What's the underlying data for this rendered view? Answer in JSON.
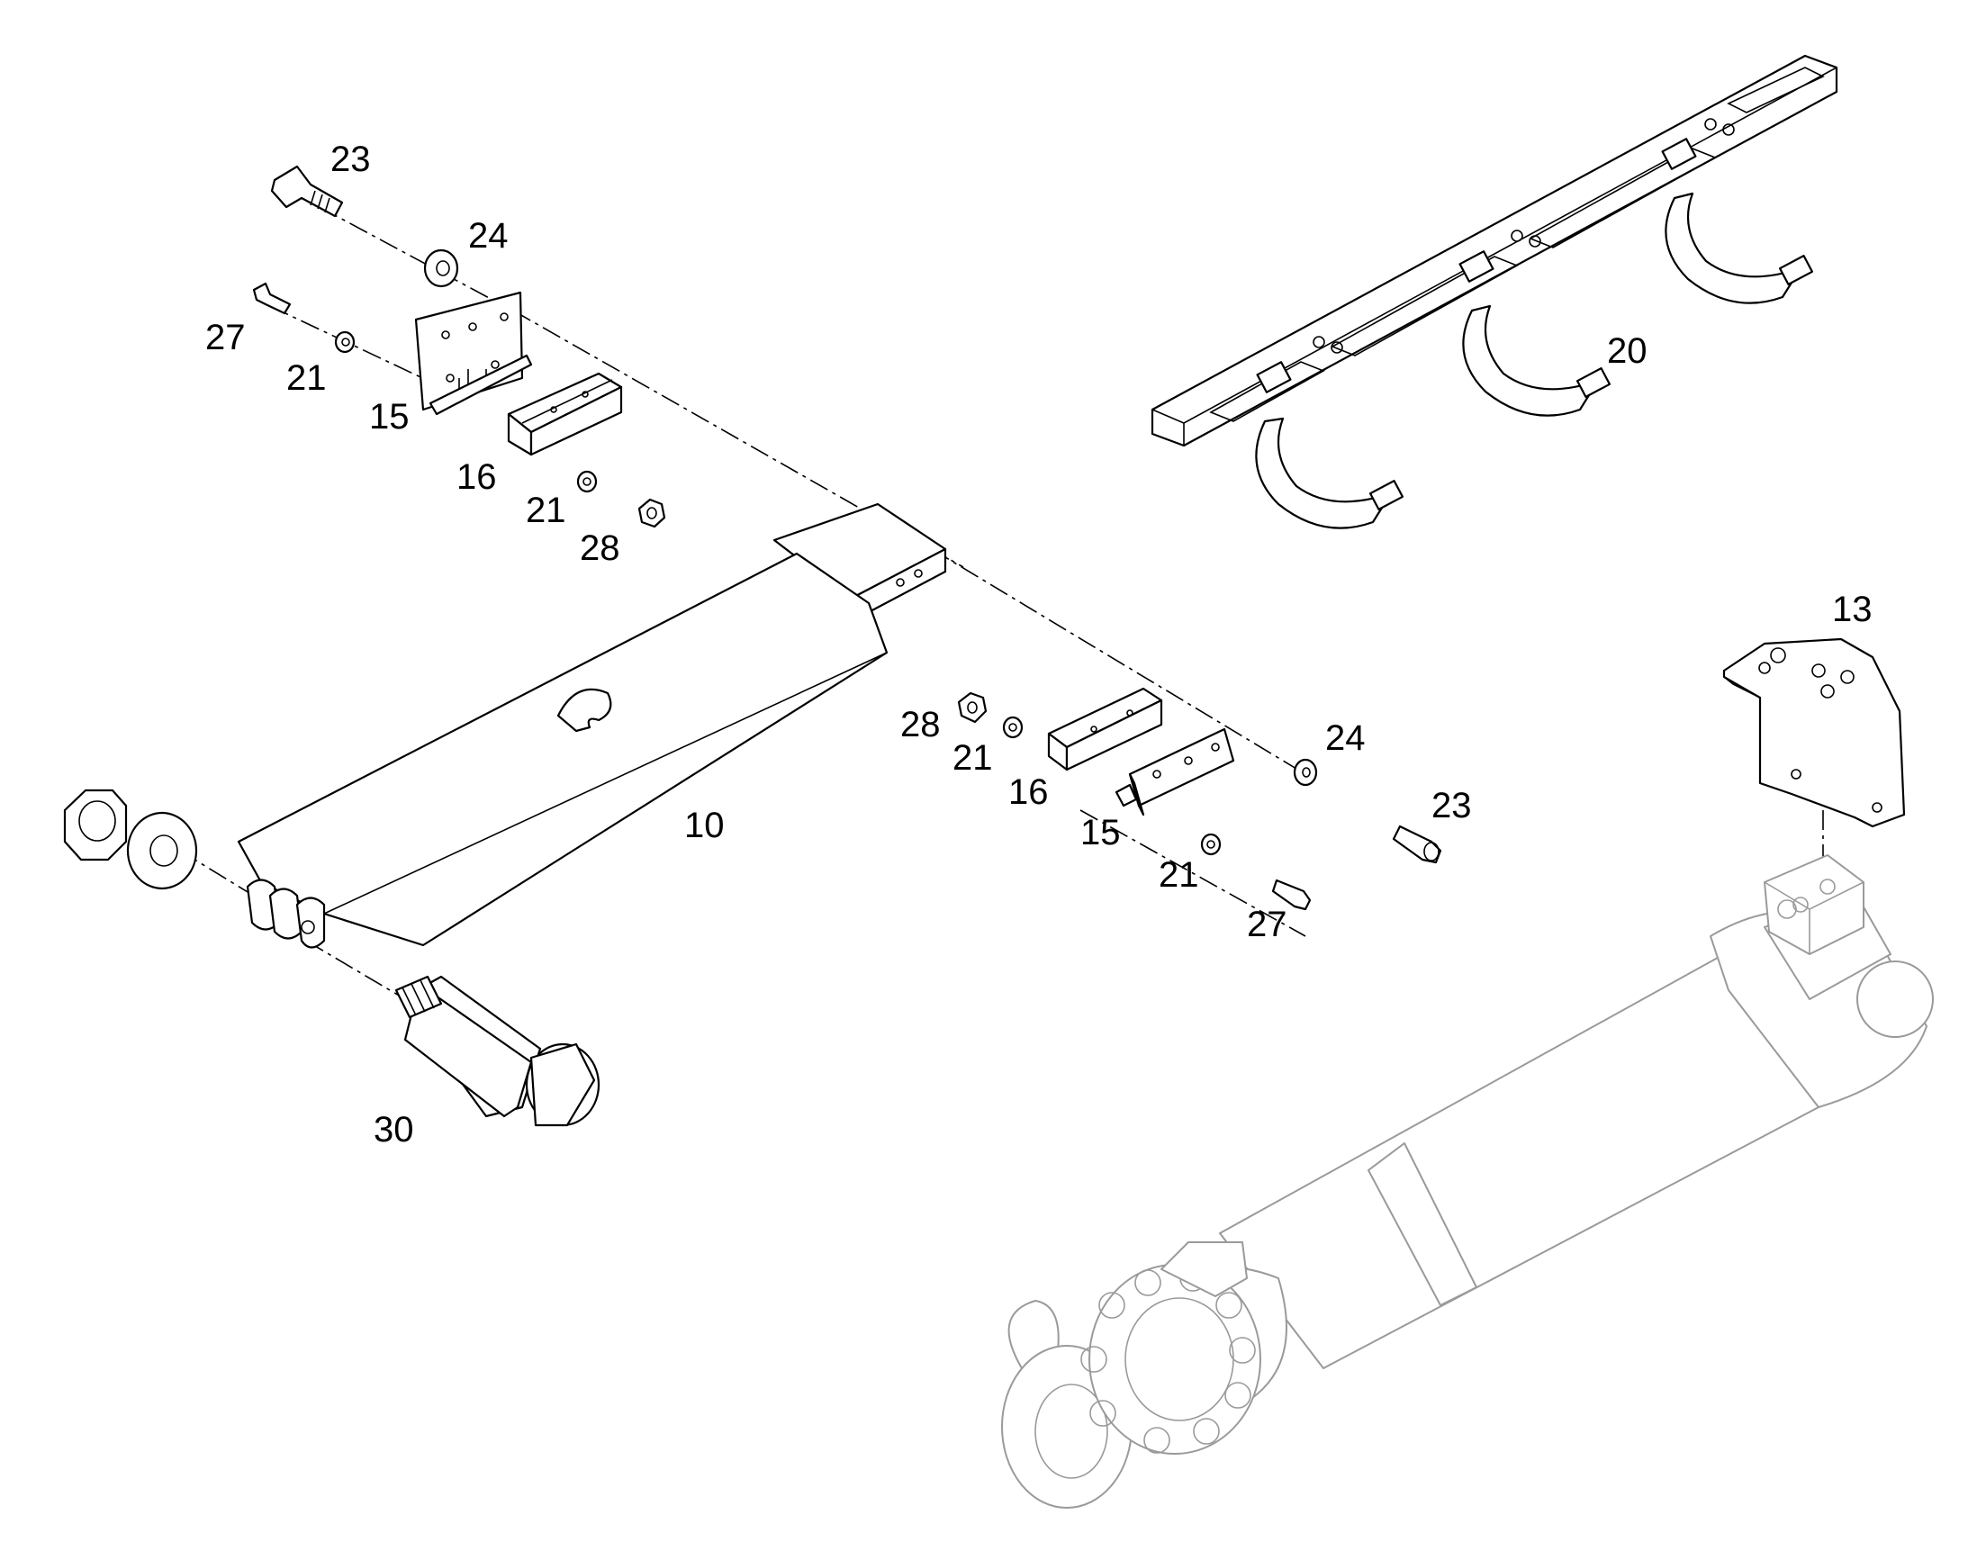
{
  "callouts": {
    "c10": "10",
    "c13": "13",
    "c15a": "15",
    "c15b": "15",
    "c16a": "16",
    "c16b": "16",
    "c20": "20",
    "c21a": "21",
    "c21b": "21",
    "c21c": "21",
    "c21d": "21",
    "c23a": "23",
    "c23b": "23",
    "c24a": "24",
    "c24b": "24",
    "c27a": "27",
    "c27b": "27",
    "c28a": "28",
    "c28b": "28",
    "c30": "30"
  },
  "colors": {
    "line": "#000000",
    "ghost_line": "#9a9a9a",
    "background": "#ffffff"
  }
}
